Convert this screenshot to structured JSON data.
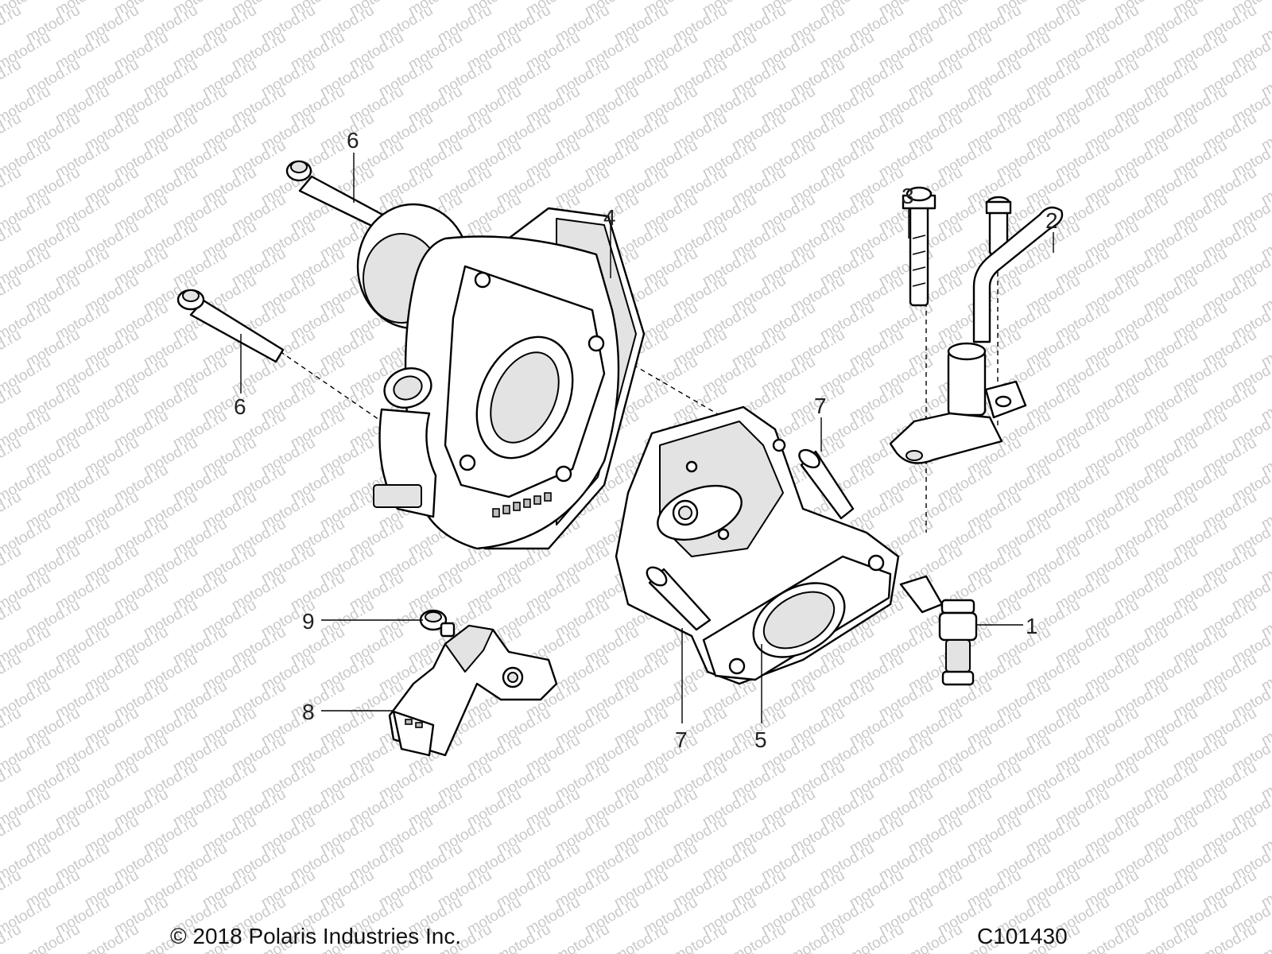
{
  "watermark": {
    "text": "motod.ru",
    "color": "#c9c9c9"
  },
  "callouts": [
    {
      "id": "1",
      "part": "fuel-injector"
    },
    {
      "id": "2",
      "part": "fuel-rail"
    },
    {
      "id": "3",
      "part": "screw"
    },
    {
      "id": "4",
      "part": "throttle-body"
    },
    {
      "id": "5",
      "part": "intake-adapter-gasket"
    },
    {
      "id": "6",
      "part": "long-bolt"
    },
    {
      "id": "7",
      "part": "stud"
    },
    {
      "id": "8",
      "part": "map-sensor"
    },
    {
      "id": "9",
      "part": "sensor-screw"
    }
  ],
  "footer": {
    "copyright": "© 2018 Polaris Industries Inc.",
    "figure_code": "C101430"
  }
}
